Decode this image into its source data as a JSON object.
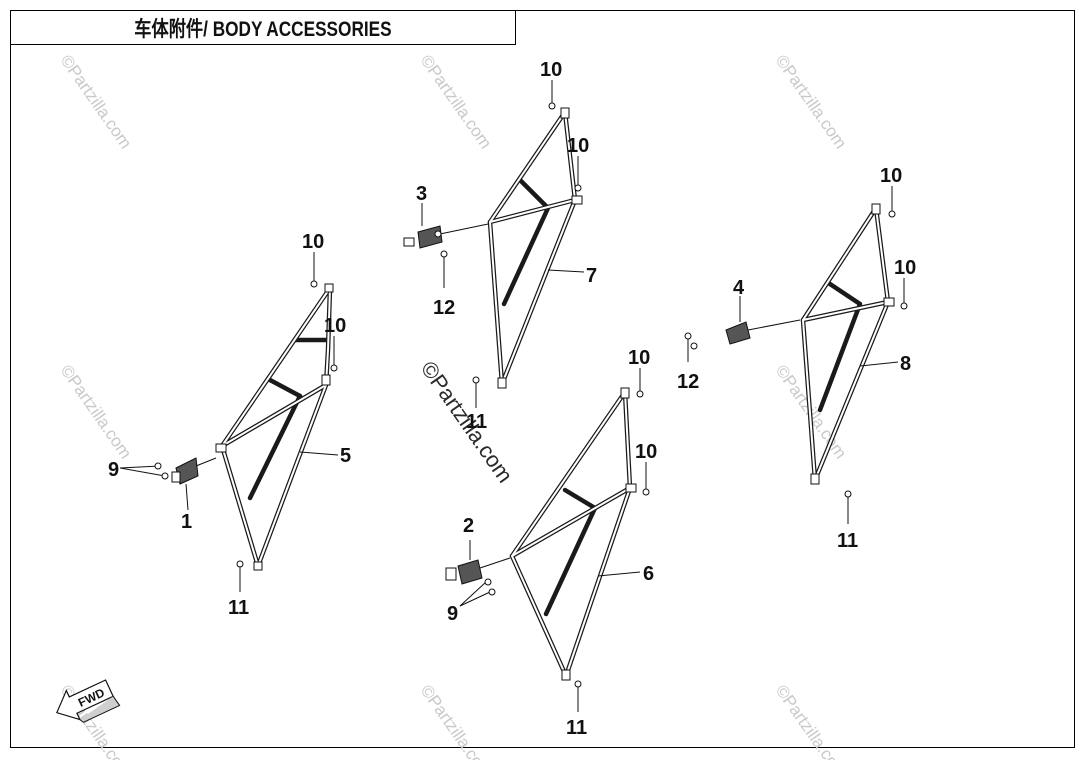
{
  "title": "车体附件/ BODY ACCESSORIES",
  "watermark": "©Partzilla.com",
  "fwd_label": "FWD",
  "callouts": {
    "c1": "1",
    "c2": "2",
    "c3": "3",
    "c4": "4",
    "c5": "5",
    "c6": "6",
    "c7": "7",
    "c8": "8",
    "c9a": "9",
    "c9b": "9",
    "c10a": "10",
    "c10b": "10",
    "c10c": "10",
    "c10d": "10",
    "c10e": "10",
    "c10f": "10",
    "c10g": "10",
    "c10h": "10",
    "c11a": "11",
    "c11b": "11",
    "c11c": "11",
    "c11d": "11",
    "c12a": "12",
    "c12b": "12"
  }
}
